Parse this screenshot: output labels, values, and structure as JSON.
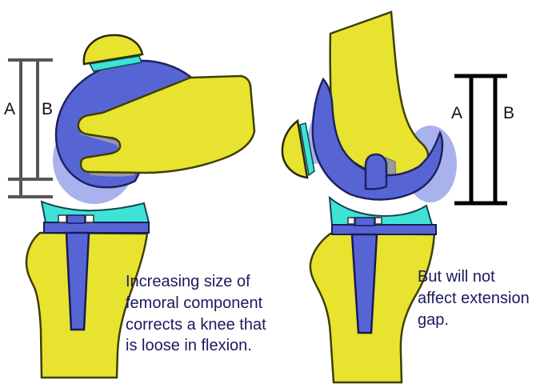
{
  "diagram_title": "Knee replacement flexion/extension gap diagram",
  "colors": {
    "bone_yellow": "#e7e32f",
    "implant_blue": "#5765d4",
    "insert_cyan": "#3ee3d6",
    "shadow_periwinkle": "#a9b2ec",
    "metal_gray": "#9a9aa2",
    "caption_navy": "#1b1b5e",
    "bracket_gray": "#565656",
    "bracket_black": "#000000",
    "label_black": "#111111"
  },
  "left_panel": {
    "gap_label_a": "A",
    "gap_label_b": "B",
    "caption": {
      "lines": [
        "Increasing size of",
        "femoral component",
        "corrects a knee that",
        "is loose in flexion."
      ]
    }
  },
  "right_panel": {
    "gap_label_a": "A",
    "gap_label_b": "B",
    "caption": {
      "lines": [
        "But will not",
        "affect extension",
        "gap."
      ]
    }
  }
}
